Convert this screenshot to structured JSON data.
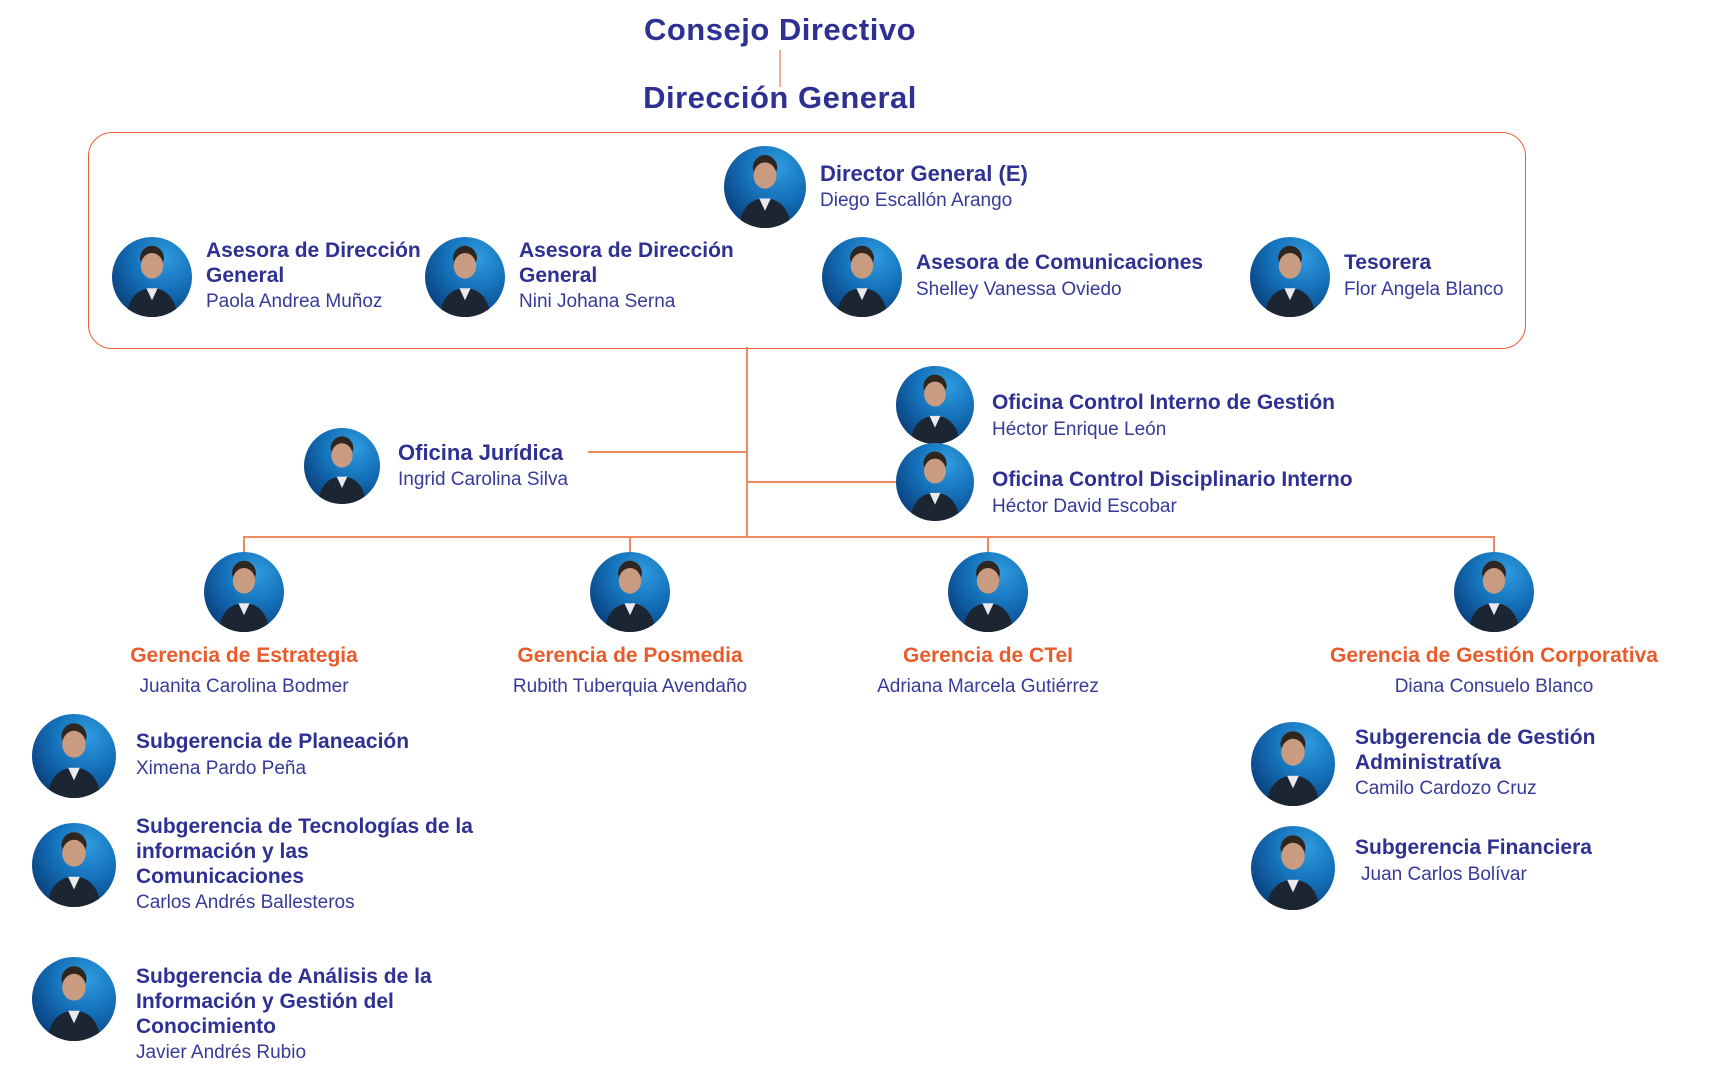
{
  "palette": {
    "navy_text": "#2E3192",
    "orange_title": "#EA5B2B",
    "connector_line": "#EE8961",
    "top_connector_line": "#F5AE8F",
    "box_border": "#E45F33",
    "avatar_blue_light": "#2F9BE0",
    "avatar_blue_dark": "#083058"
  },
  "header": {
    "top_label": "Consejo Directivo",
    "bottom_label": "Dirección General"
  },
  "box": {
    "director": {
      "title": "Director General (E)",
      "name": "Diego Escallón Arango"
    },
    "advisors": [
      {
        "title": "Asesora de Dirección General",
        "name": "Paola Andrea Muñoz"
      },
      {
        "title": "Asesora de Dirección General",
        "name": "Nini Johana Serna"
      },
      {
        "title": "Asesora de Comunicaciones",
        "name": "Shelley Vanessa Oviedo"
      },
      {
        "title": "Tesorera",
        "name": "Flor Angela Blanco"
      }
    ]
  },
  "offices": [
    {
      "title": "Oficina Jurídica",
      "name": "Ingrid Carolina Silva"
    },
    {
      "title": "Oficina Control Interno de Gestión",
      "name": "Héctor Enrique León"
    },
    {
      "title": "Oficina Control Disciplinario Interno",
      "name": "Héctor David Escobar"
    }
  ],
  "gerencias": [
    {
      "title": "Gerencia de Estrategia",
      "name": "Juanita Carolina Bodmer"
    },
    {
      "title": "Gerencia de Posmedia",
      "name": "Rubith Tuberquia Avendaño"
    },
    {
      "title": "Gerencia de CTeI",
      "name": "Adriana Marcela Gutiérrez"
    },
    {
      "title": "Gerencia de Gestión Corporativa",
      "name": "Diana Consuelo Blanco"
    }
  ],
  "subgerencias_left": [
    {
      "title": "Subgerencia de Planeación",
      "name": "Ximena Pardo Peña"
    },
    {
      "title": "Subgerencia de Tecnologías de la información y las Comunicaciones",
      "name": "Carlos Andrés Ballesteros"
    },
    {
      "title": "Subgerencia de Análisis de la Información y Gestión del Conocimiento",
      "name": "Javier Andrés Rubio"
    }
  ],
  "subgerencias_right": [
    {
      "title": "Subgerencia de Gestión Administratíva",
      "name": "Camilo Cardozo Cruz"
    },
    {
      "title": "Subgerencia Financiera",
      "name": "Juan Carlos Bolívar"
    }
  ]
}
